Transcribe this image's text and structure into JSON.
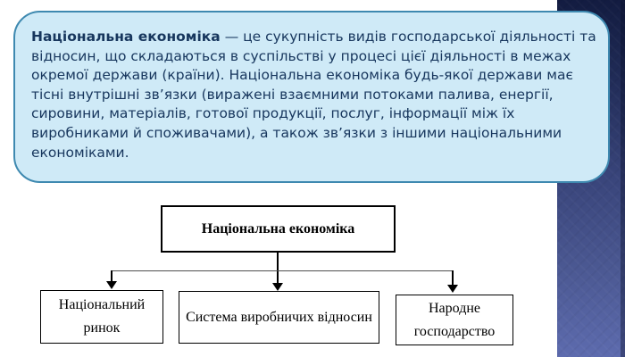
{
  "slide": {
    "background_color": "#ffffff",
    "accent_strip": {
      "top_color": "#131c41",
      "bottom_color": "#5d6bae",
      "edge_shade_color": "#1c244d"
    }
  },
  "definition_box": {
    "fill_color": "#cfeaf7",
    "border_color": "#3e89b0",
    "text_color": "#17365d",
    "lead_bold": "Національна економіка",
    "lines": [
      " — це сукупність видів господарської діяльності та",
      "відносин, що складаються в суспільстві у процесі цієї діяльності в межах",
      "окремої держави (країни). Національна економіка будь-якої держави має",
      "тісні внутрішні зв’язки (виражені взаємними потоками палива, енергії,",
      "сировини, матеріалів, готової продукції, послуг, інформації між їх",
      "виробниками й споживачами), а також зв’язки з іншими національними",
      "економіками."
    ]
  },
  "diagram": {
    "root_label": "Національна економіка",
    "children": [
      {
        "label": "Національний ринок"
      },
      {
        "label": "Система виробничих відносин"
      },
      {
        "label": "Народне господарство"
      }
    ],
    "line_color": "#000000",
    "box_fill": "#ffffff"
  }
}
